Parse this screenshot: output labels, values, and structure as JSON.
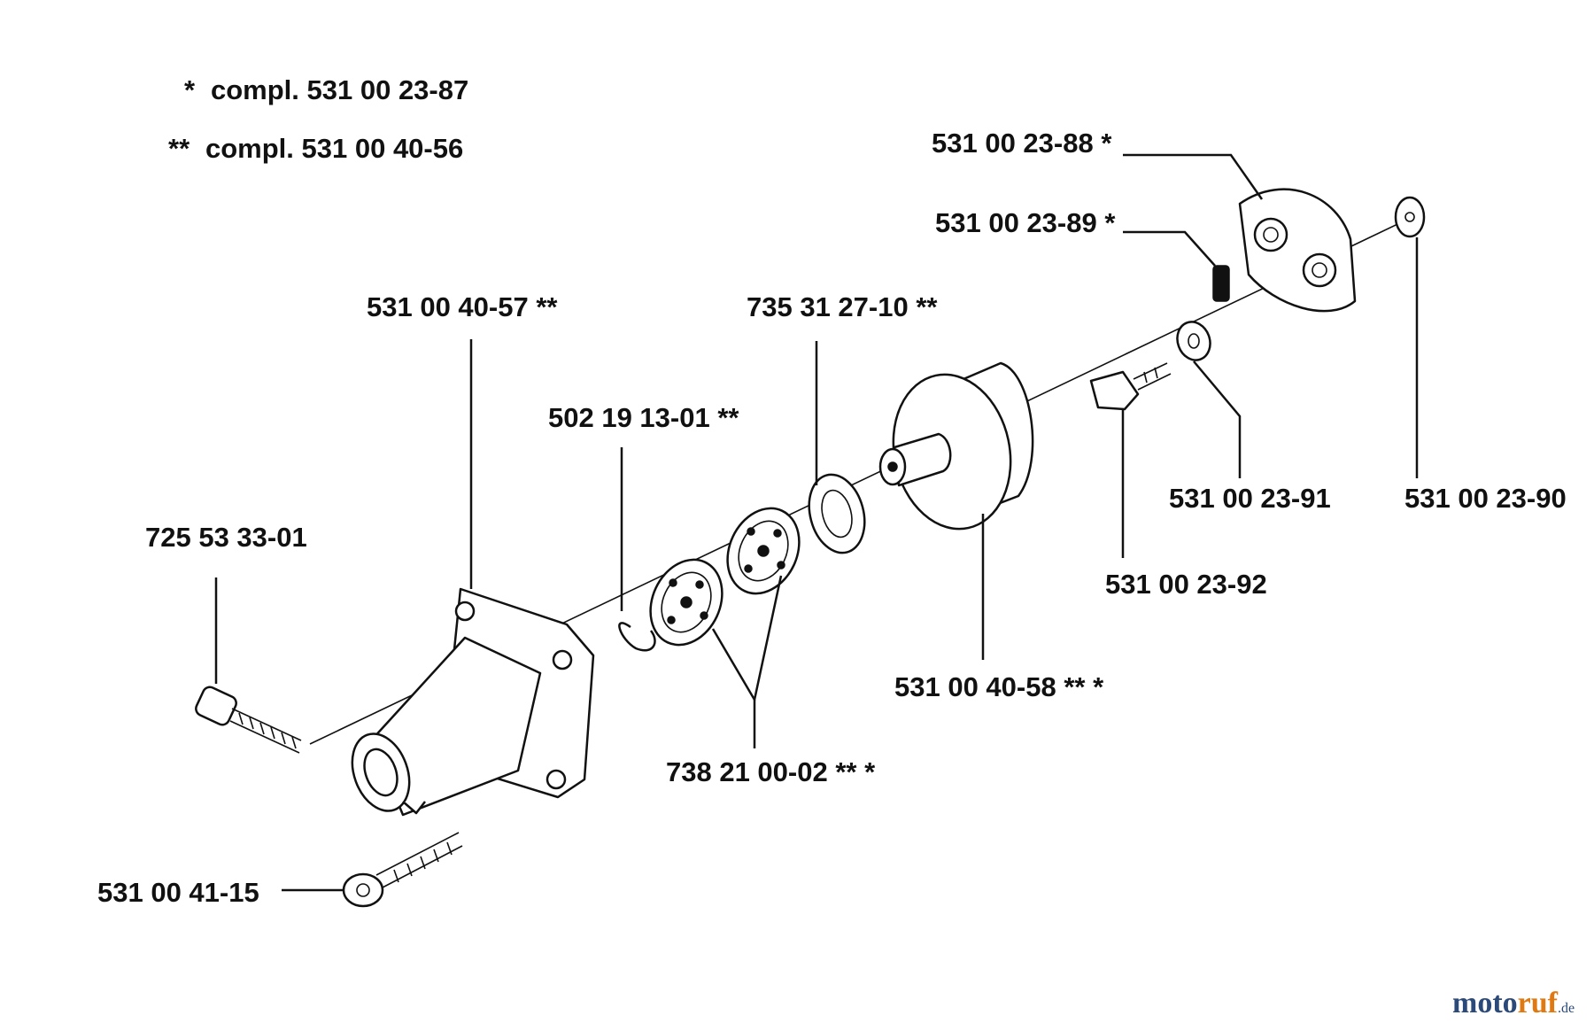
{
  "legend": {
    "line1_marker": "*",
    "line1_text": "compl. 531 00 23-87",
    "line2_marker": "**",
    "line2_text": "compl. 531 00 40-56"
  },
  "parts": {
    "p_531_00_23_88": "531 00 23-88  *",
    "p_531_00_23_89": "531 00 23-89  *",
    "p_531_00_40_57": "531 00 40-57  **",
    "p_735_31_27_10": "735 31 27-10  **",
    "p_502_19_13_01": "502 19 13-01  **",
    "p_531_00_23_91": "531 00 23-91",
    "p_531_00_23_90": "531 00 23-90",
    "p_725_53_33_01": "725 53 33-01",
    "p_531_00_23_92": "531 00 23-92",
    "p_531_00_40_58": "531 00 40-58  **  *",
    "p_738_21_00_02": "738 21 00-02  **  *",
    "p_531_00_41_15": "531 00 41-15"
  },
  "watermark": {
    "text_a": "moto",
    "text_b": "ruf",
    "text_c": ".de"
  }
}
